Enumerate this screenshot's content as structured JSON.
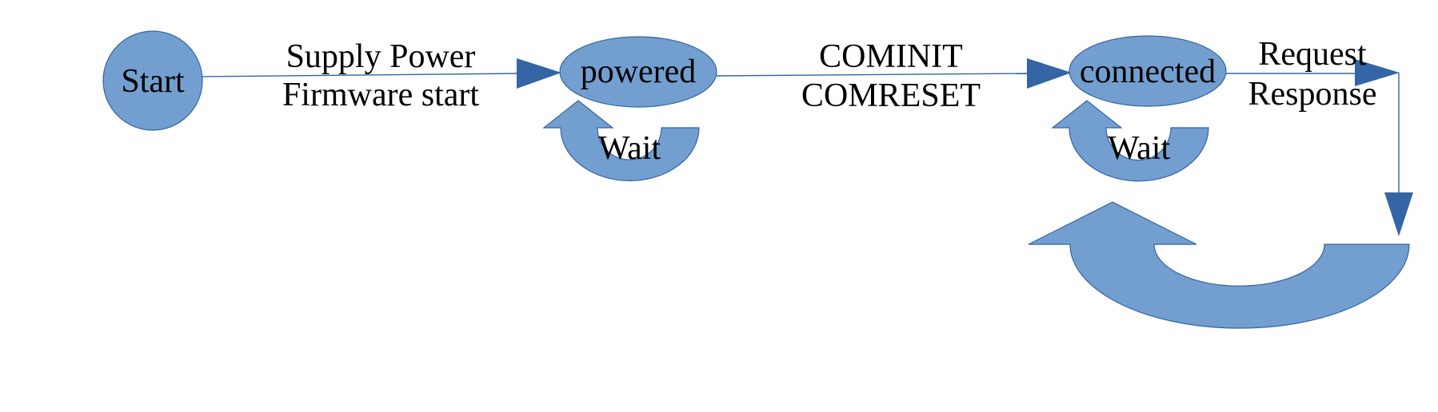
{
  "diagram": {
    "nodes": {
      "start": "Start",
      "powered": "powered",
      "connected": "connected"
    },
    "edges": {
      "start_to_powered": {
        "line1": "Supply Power",
        "line2": "Firmware start"
      },
      "powered_to_connected": {
        "line1": "COMINIT",
        "line2": "COMRESET"
      },
      "connected_out": {
        "line1": "Request",
        "line2": "Response"
      }
    },
    "loops": {
      "powered_wait": "Wait",
      "connected_wait": "Wait"
    }
  },
  "colors": {
    "node_fill": "#729fcf",
    "node_stroke": "#3465a4",
    "arrow": "#3465a4",
    "text": "#000000"
  }
}
